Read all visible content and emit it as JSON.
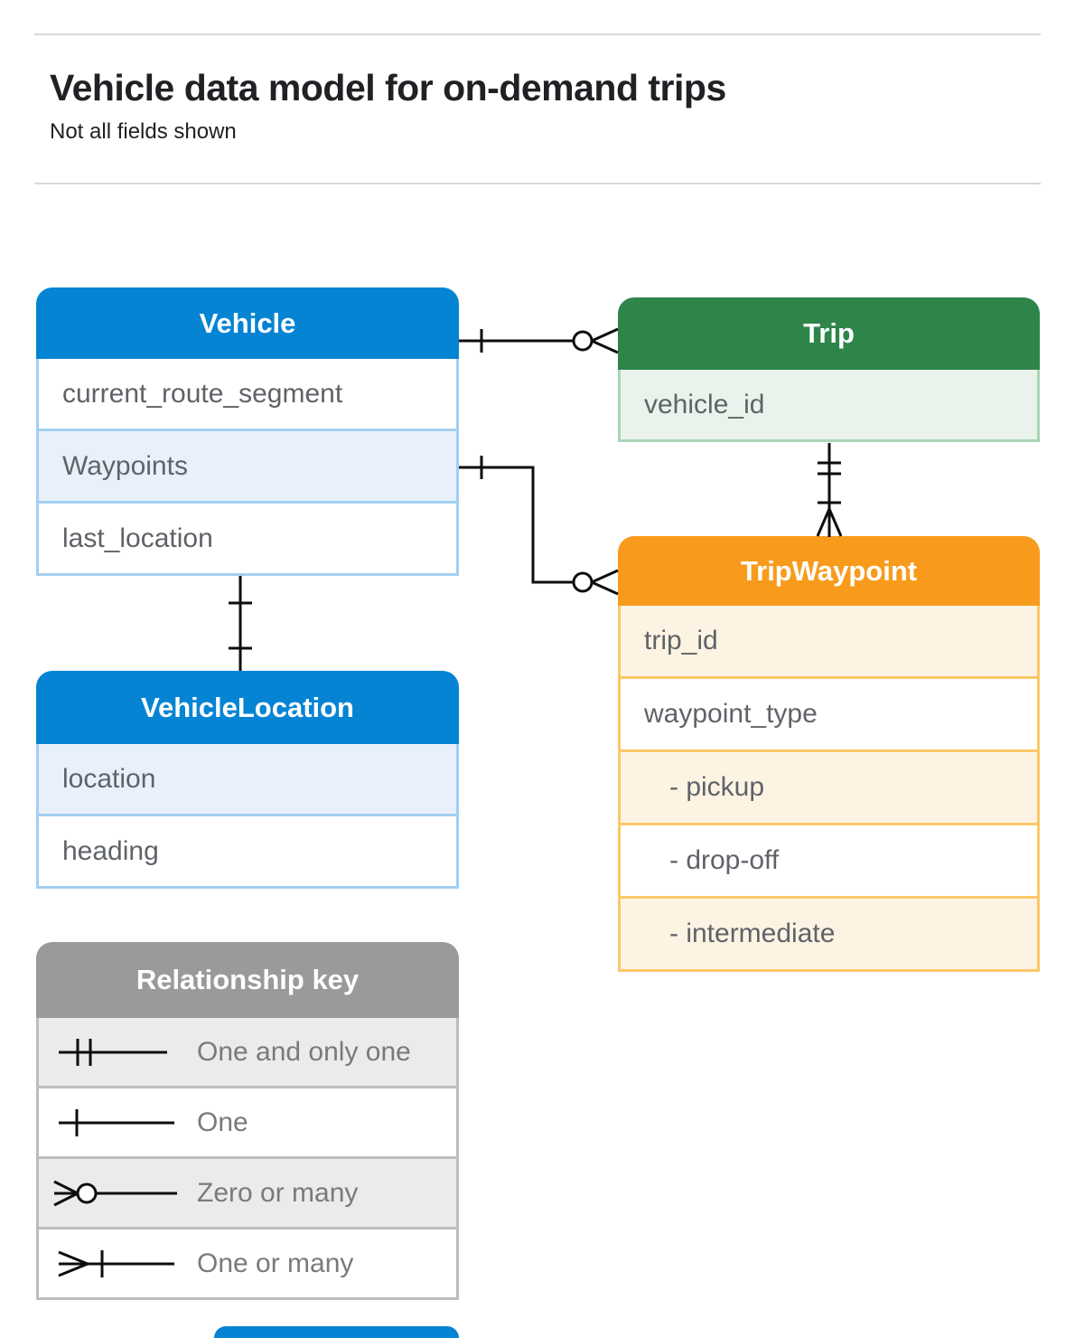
{
  "page": {
    "title": "Vehicle data model for on-demand trips",
    "subtitle": "Not all fields shown"
  },
  "tables": {
    "vehicle": {
      "title": "Vehicle",
      "fields": [
        "current_route_segment",
        "Waypoints",
        "last_location"
      ]
    },
    "trip": {
      "title": "Trip",
      "fields": [
        "vehicle_id"
      ]
    },
    "trip_waypoint": {
      "title": "TripWaypoint",
      "fields": [
        "trip_id",
        "waypoint_type",
        "- pickup",
        "- drop-off",
        "- intermediate"
      ]
    },
    "vehicle_location": {
      "title": "VehicleLocation",
      "fields": [
        "location",
        "heading"
      ]
    }
  },
  "legend": {
    "title": "Relationship key",
    "items": [
      {
        "label": "One and only one",
        "symbol": "one-and-only-one"
      },
      {
        "label": "One",
        "symbol": "one"
      },
      {
        "label": "Zero or many",
        "symbol": "zero-or-many"
      },
      {
        "label": "One or many",
        "symbol": "one-or-many"
      }
    ]
  },
  "relationships": [
    {
      "from": "Vehicle",
      "to": "Trip",
      "from_cardinality": "one",
      "to_cardinality": "zero-or-many"
    },
    {
      "from": "Vehicle.Waypoints",
      "to": "TripWaypoint",
      "from_cardinality": "one",
      "to_cardinality": "zero-or-many"
    },
    {
      "from": "Trip",
      "to": "TripWaypoint",
      "from_cardinality": "one-and-only-one",
      "to_cardinality": "one-or-many"
    },
    {
      "from": "Vehicle",
      "to": "VehicleLocation",
      "from_cardinality": "one",
      "to_cardinality": "one"
    }
  ],
  "colors": {
    "blue": "#0584d3",
    "blue_tint": "#e8f1fb",
    "blue_border": "#a3cff2",
    "green": "#2d8549",
    "green_tint": "#e9f3ec",
    "green_border": "#aad5b6",
    "orange": "#f89b1c",
    "orange_tint": "#fdf3e3",
    "orange_border": "#fbc869",
    "gray": "#9a9a9a",
    "gray_tint": "#ebebeb",
    "gray_border": "#bdbdbd",
    "field_text": "#5f6368",
    "legend_text": "#7a7a7a",
    "line": "#0d0d0d"
  }
}
